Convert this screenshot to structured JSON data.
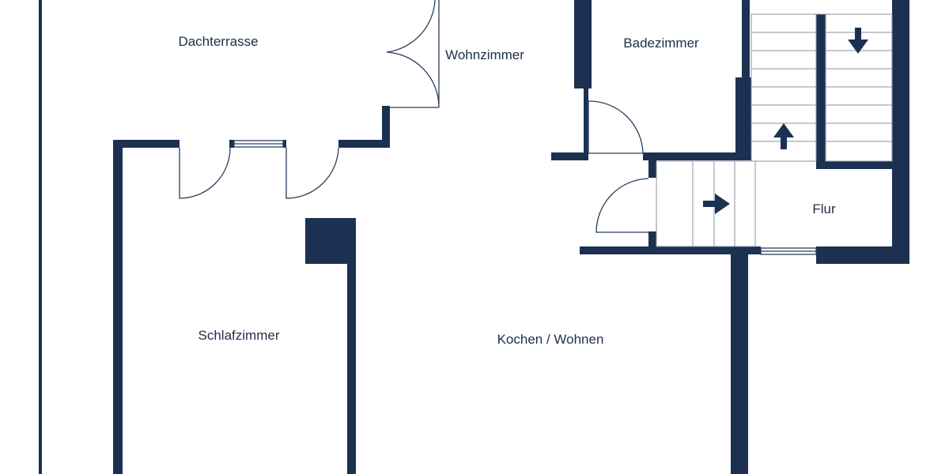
{
  "wall_color": "#1c3151",
  "door_line_color": "#2a3e5c",
  "stair_line_color": "#8a93a2",
  "rooms": {
    "dachterrasse": "Dachterrasse",
    "wohnzimmer": "Wohnzimmer",
    "badezimmer": "Badezimmer",
    "flur": "Flur",
    "schlafzimmer": "Schlafzimmer",
    "kochen_wohnen": "Kochen / Wohnen"
  },
  "icons": [
    "arrow-down-icon",
    "arrow-up-icon",
    "arrow-right-icon"
  ]
}
